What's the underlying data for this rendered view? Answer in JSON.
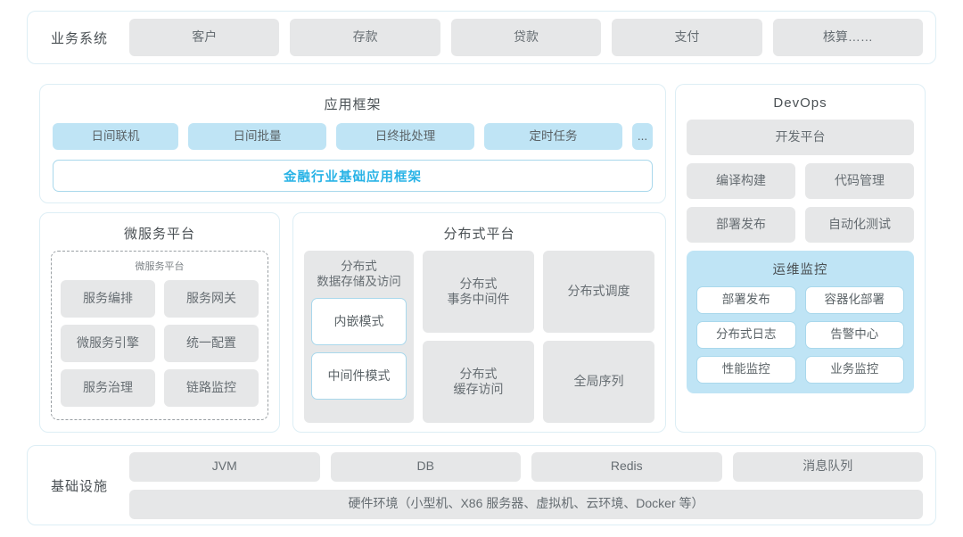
{
  "business_systems": {
    "label": "业务系统",
    "items": [
      "客户",
      "存款",
      "贷款",
      "支付",
      "核算……"
    ]
  },
  "app_framework": {
    "title": "应用框架",
    "chips": [
      "日间联机",
      "日间批量",
      "日终批处理",
      "定时任务",
      "..."
    ],
    "highlight": "金融行业基础应用框架",
    "highlight_color": "#29b3e6"
  },
  "microservice_platform": {
    "title": "微服务平台",
    "inner_label": "微服务平台",
    "items": [
      "服务编排",
      "服务网关",
      "微服务引擎",
      "统一配置",
      "服务治理",
      "链路监控"
    ]
  },
  "distributed_platform": {
    "title": "分布式平台",
    "storage": {
      "title_line1": "分布式",
      "title_line2": "数据存储及访问",
      "modes": [
        "内嵌模式",
        "中间件模式"
      ]
    },
    "middle": [
      "分布式\n事务中间件",
      "分布式\n缓存访问"
    ],
    "right": [
      "分布式调度",
      "全局序列"
    ]
  },
  "devops": {
    "title": "DevOps",
    "platform": "开发平台",
    "pairs": [
      [
        "编译构建",
        "代码管理"
      ],
      [
        "部署发布",
        "自动化测试"
      ]
    ],
    "ops_monitoring": {
      "title": "运维监控",
      "items": [
        "部署发布",
        "容器化部署",
        "分布式日志",
        "告警中心",
        "性能监控",
        "业务监控"
      ]
    }
  },
  "infrastructure": {
    "label": "基础设施",
    "items": [
      "JVM",
      "DB",
      "Redis",
      "消息队列"
    ],
    "hardware": "硬件环境（小型机、X86 服务器、虚拟机、云环境、Docker 等）"
  },
  "colors": {
    "accent": "#29b3e6",
    "chip_blue": "#bfe4f5",
    "chip_gray": "#e6e7e8",
    "panel_border": "#ddeef5"
  }
}
